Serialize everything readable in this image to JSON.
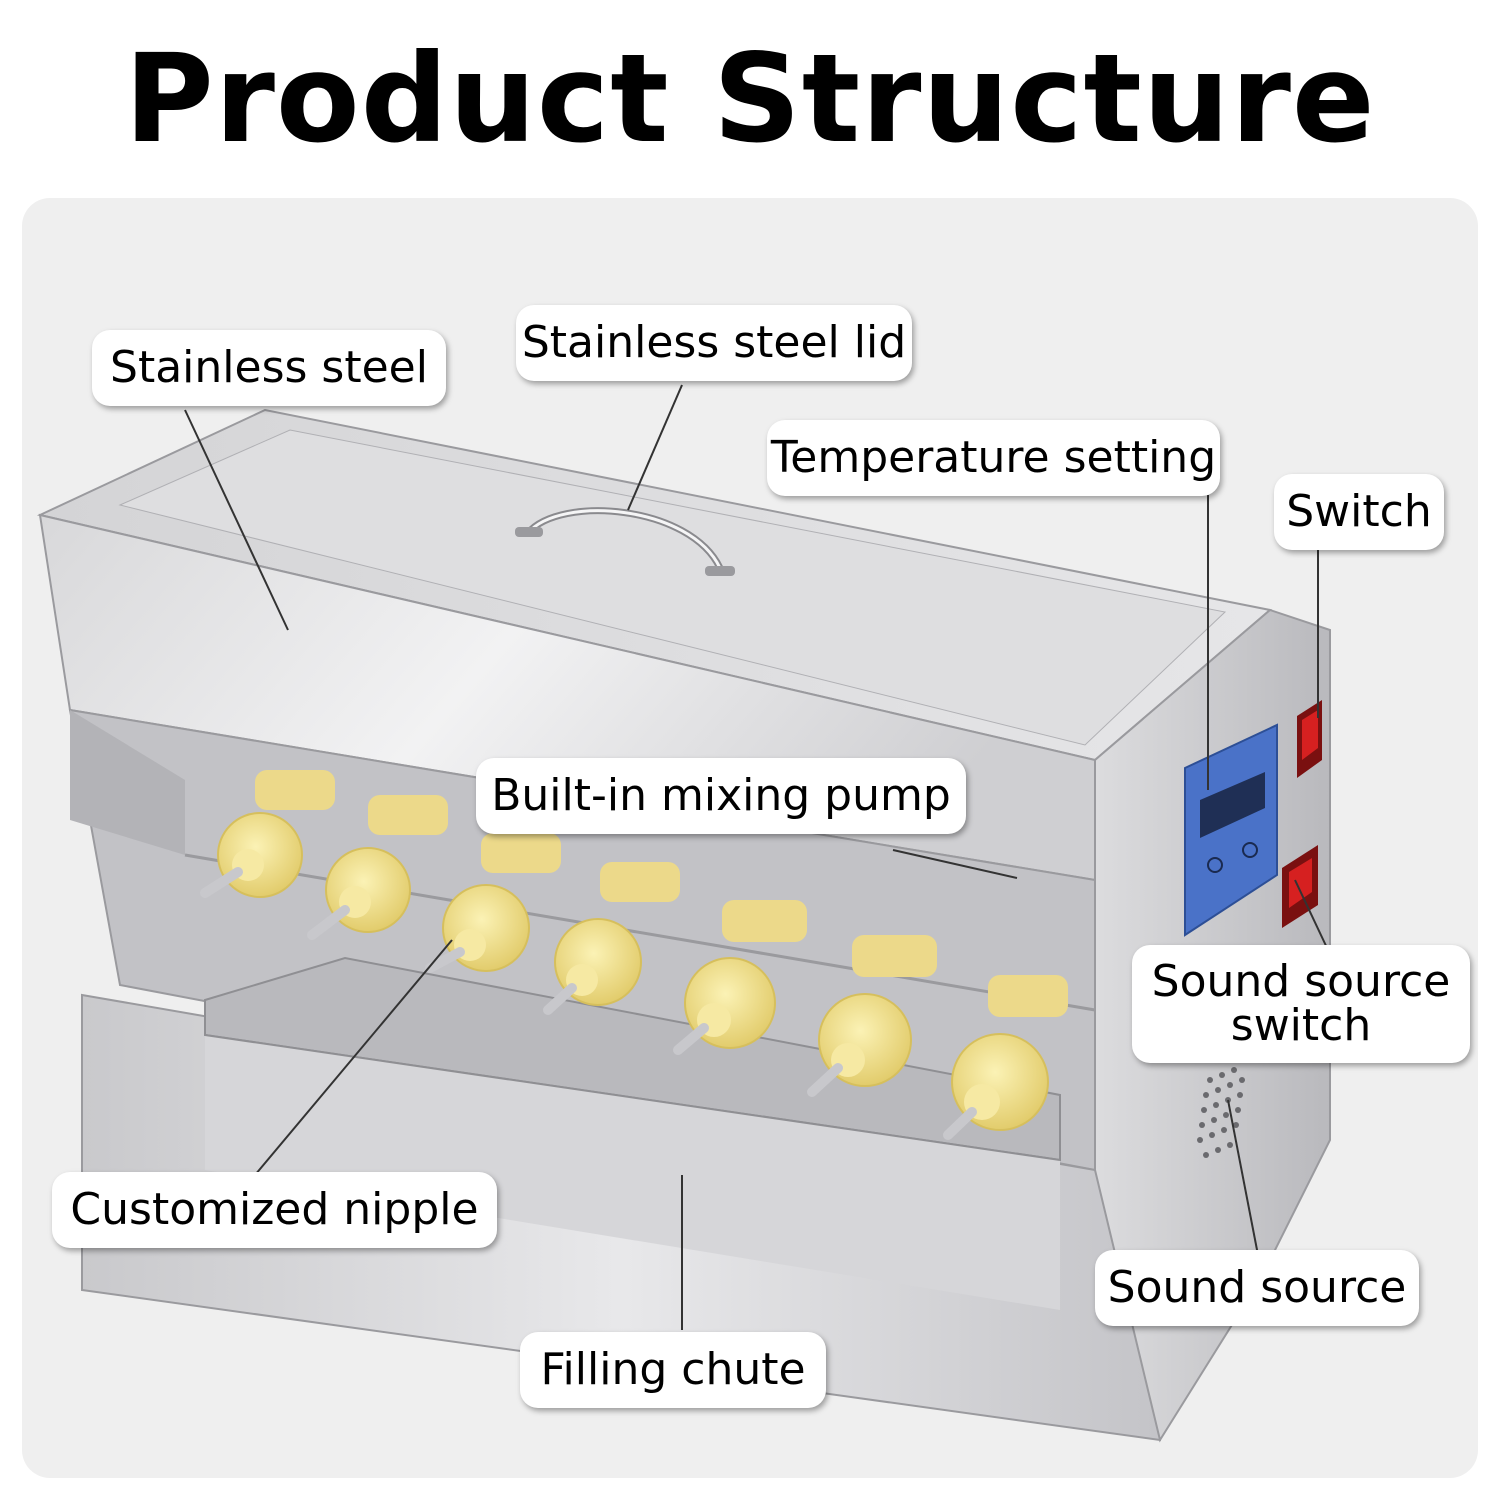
{
  "title": "Product Structure",
  "labels": {
    "stainless_steel": "Stainless steel",
    "stainless_steel_lid": "Stainless steel lid",
    "temperature_setting": "Temperature setting",
    "switch": "Switch",
    "built_in_mixing_pump": "Built-in mixing pump",
    "sound_source_switch_line1": "Sound source",
    "sound_source_switch_line2": "switch",
    "customized_nipple": "Customized nipple",
    "sound_source": "Sound source",
    "filling_chute": "Filling chute"
  },
  "colors": {
    "steel_light": "#e4e4e6",
    "steel_dark": "#a9a9ad",
    "nipple_yellow": "#f3e28a",
    "display_blue": "#4a72c8",
    "switch_red": "#d62020"
  }
}
